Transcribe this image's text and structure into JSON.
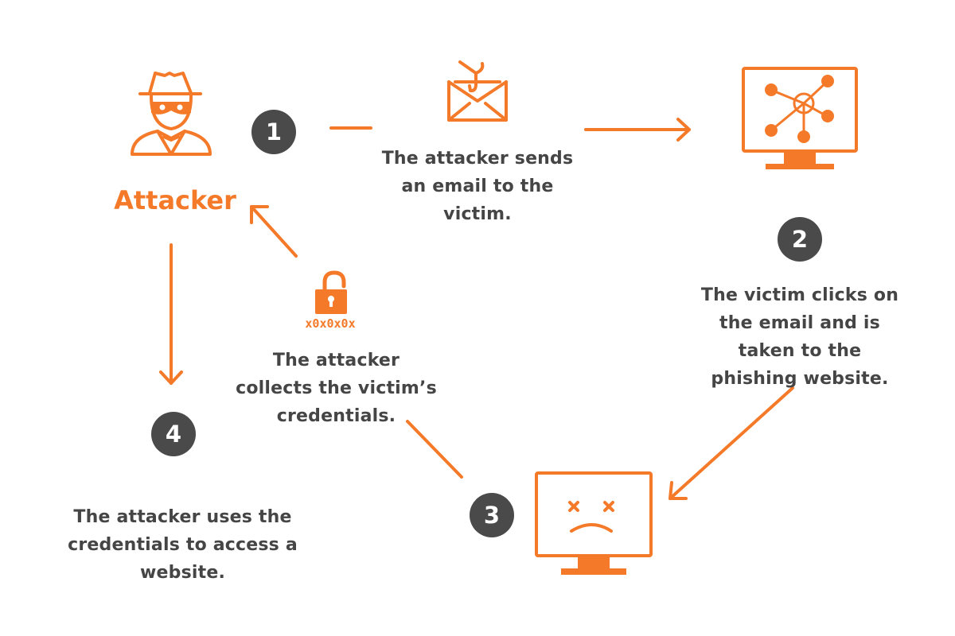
{
  "colors": {
    "accent": "#f47a2a",
    "badge": "#4a4a4a",
    "text": "#454545",
    "background": "#ffffff"
  },
  "attacker": {
    "label": "Attacker",
    "icon": "spy-hat-icon"
  },
  "steps": [
    {
      "number": "1",
      "icon": "phishing-email-icon",
      "lines": [
        "The attacker sends",
        "an email to the",
        "victim."
      ]
    },
    {
      "number": "2",
      "icon": "network-monitor-icon",
      "lines": [
        "The victim clicks on",
        "the email and is",
        "taken to the",
        "phishing website."
      ]
    },
    {
      "number": "3",
      "icon": "sad-monitor-icon",
      "lines": []
    },
    {
      "number": "4",
      "icon": "",
      "lines": [
        "The attacker uses the",
        "credentials to access a",
        "website."
      ]
    }
  ],
  "credentials": {
    "icon": "unlocked-padlock-icon",
    "pin_text": "x0x0x0x",
    "lines": [
      "The attacker",
      "collects the victim’s",
      "credentials."
    ]
  }
}
